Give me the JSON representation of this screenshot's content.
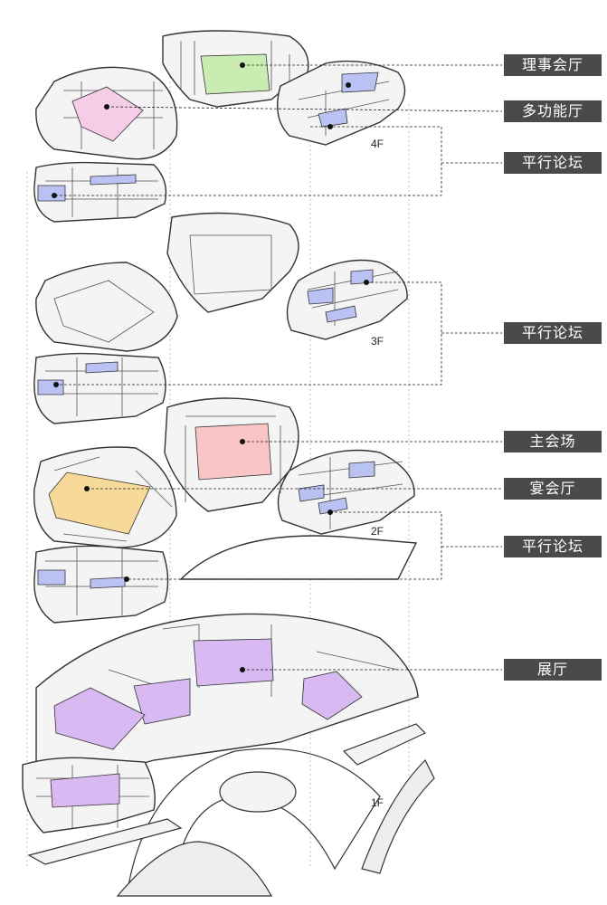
{
  "labels": {
    "council_hall": "理事会厅",
    "multi_function_hall": "多功能厅",
    "parallel_forum_4f": "平行论坛",
    "parallel_forum_3f": "平行论坛",
    "main_venue": "主会场",
    "banquet_hall": "宴会厅",
    "parallel_forum_2f": "平行论坛",
    "exhibition_hall": "展厅"
  },
  "floors": {
    "f4": "4F",
    "f3": "3F",
    "f2": "2F",
    "f1": "1F"
  },
  "colors": {
    "council_hall": "#c9ecb3",
    "multi_function_hall": "#f6cde6",
    "parallel_forum": "#b9c2f2",
    "main_venue": "#f8c4c4",
    "banquet_hall": "#f7d99a",
    "exhibition_hall": "#d9b9f2",
    "label_bg": "#4a4a4a"
  }
}
